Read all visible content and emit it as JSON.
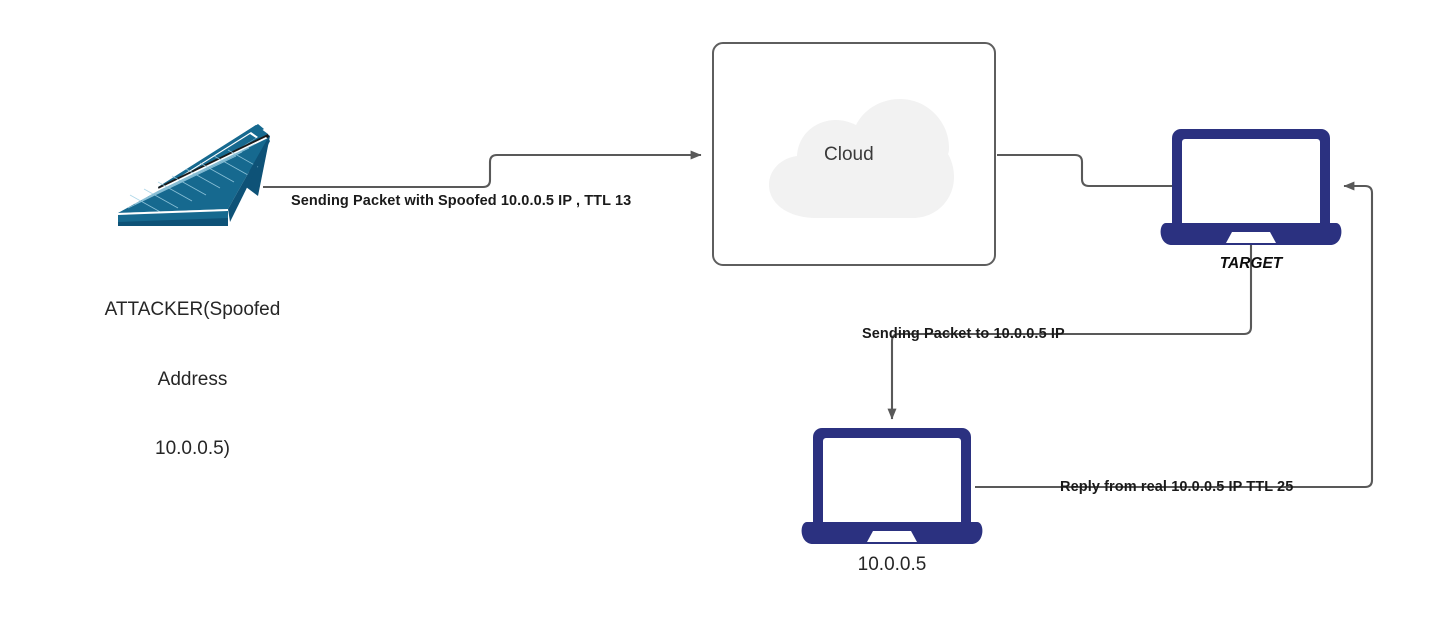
{
  "diagram": {
    "title": "IP Spoofing / TTL reflection network diagram",
    "background": "#ffffff",
    "colors": {
      "wire": "#595959",
      "laptop_navy": "#2b3180",
      "laptop_teal": "#16698f",
      "cloud_fill": "#f2f2f2",
      "box_border": "#5e5e5e",
      "text": "#1a1a1a"
    }
  },
  "nodes": {
    "attacker": {
      "icon": "laptop-isometric-icon",
      "label_line1": "ATTACKER(Spoofed",
      "label_line2": "Address",
      "label_line3": "10.0.0.5)"
    },
    "cloud": {
      "icon": "cloud-icon",
      "label": "Cloud"
    },
    "target": {
      "icon": "laptop-icon",
      "label": "TARGET"
    },
    "victim": {
      "icon": "laptop-icon",
      "label": "10.0.0.5"
    }
  },
  "edges": {
    "attacker_to_cloud": {
      "label": "Sending Packet with Spoofed 10.0.0.5 IP , TTL 13",
      "arrowhead": "end"
    },
    "cloud_to_target": {
      "label": "",
      "arrowhead": "none"
    },
    "target_to_victim": {
      "label": "Sending Packet to 10.0.0.5 IP",
      "arrowhead": "end"
    },
    "victim_to_target": {
      "label": "Reply from real 10.0.0.5 IP TTL 25",
      "arrowhead": "end"
    }
  }
}
